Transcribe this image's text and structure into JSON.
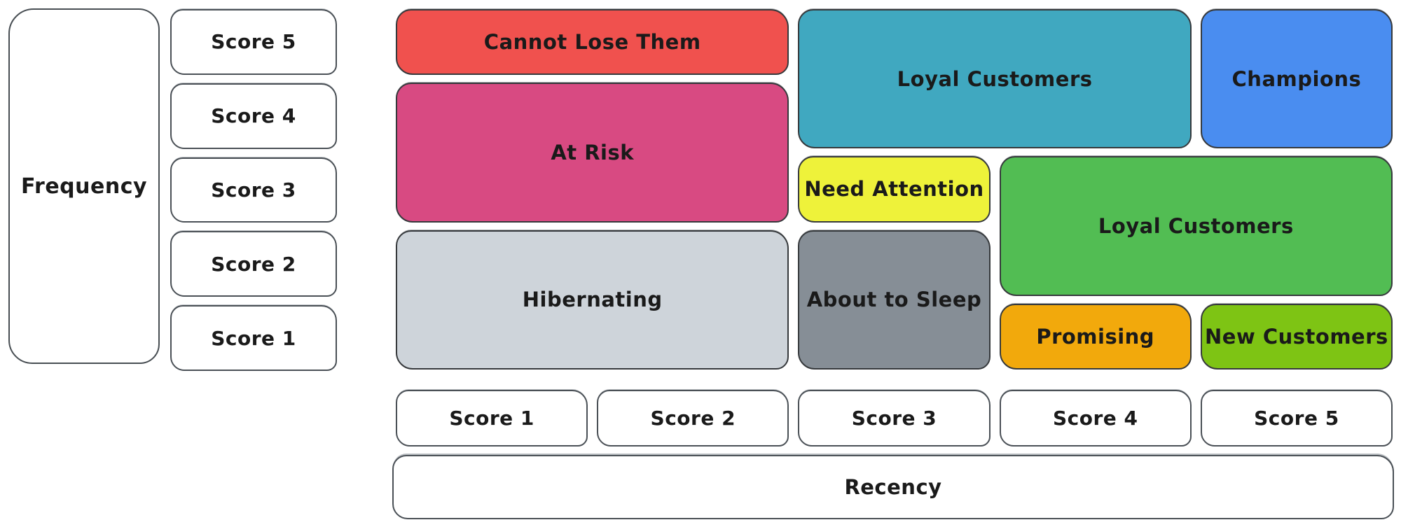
{
  "diagram": {
    "type": "rfm-segmentation-matrix",
    "background": "#ffffff",
    "text_color": "#1a1a1a",
    "colored_box_border": "#36393c",
    "white_box_border": "#4a5056"
  },
  "frequency": {
    "label": "Frequency",
    "scores": [
      "Score 5",
      "Score 4",
      "Score 3",
      "Score 2",
      "Score 1"
    ]
  },
  "recency": {
    "label": "Recency",
    "scores": [
      "Score 1",
      "Score 2",
      "Score 3",
      "Score 4",
      "Score 5"
    ]
  },
  "segments": [
    {
      "name": "cannot-lose-them",
      "label": "Cannot Lose Them",
      "color": "#f0514e",
      "grid": {
        "col": "1 / 3",
        "row": "1 / 2"
      },
      "recency_scores": [
        1,
        2
      ],
      "frequency_scores": [
        5
      ]
    },
    {
      "name": "at-risk",
      "label": "At Risk",
      "color": "#d84a82",
      "grid": {
        "col": "1 / 3",
        "row": "2 / 4"
      },
      "recency_scores": [
        1,
        2
      ],
      "frequency_scores": [
        3,
        4
      ]
    },
    {
      "name": "hibernating",
      "label": "Hibernating",
      "color": "#ced4da",
      "grid": {
        "col": "1 / 3",
        "row": "4 / 6"
      },
      "recency_scores": [
        1,
        2
      ],
      "frequency_scores": [
        1,
        2
      ]
    },
    {
      "name": "loyal-customers-top",
      "label": "Loyal Customers",
      "color": "#40a8c0",
      "grid": {
        "col": "3 / 5",
        "row": "1 / 3"
      },
      "recency_scores": [
        3,
        4
      ],
      "frequency_scores": [
        4,
        5
      ]
    },
    {
      "name": "champions",
      "label": "Champions",
      "color": "#4a8df0",
      "grid": {
        "col": "5 / 6",
        "row": "1 / 3"
      },
      "recency_scores": [
        5
      ],
      "frequency_scores": [
        4,
        5
      ]
    },
    {
      "name": "need-attention",
      "label": "Need Attention",
      "color": "#eef23a",
      "grid": {
        "col": "3 / 4",
        "row": "3 / 4"
      },
      "recency_scores": [
        3
      ],
      "frequency_scores": [
        3
      ]
    },
    {
      "name": "about-to-sleep",
      "label": "About to Sleep",
      "color": "#868e96",
      "grid": {
        "col": "3 / 4",
        "row": "4 / 6"
      },
      "recency_scores": [
        3
      ],
      "frequency_scores": [
        1,
        2
      ]
    },
    {
      "name": "loyal-customers-right",
      "label": "Loyal Customers",
      "color": "#52bd53",
      "grid": {
        "col": "4 / 6",
        "row": "3 / 5"
      },
      "recency_scores": [
        4,
        5
      ],
      "frequency_scores": [
        2,
        3
      ]
    },
    {
      "name": "promising",
      "label": "Promising",
      "color": "#f2a90c",
      "grid": {
        "col": "4 / 5",
        "row": "5 / 6"
      },
      "recency_scores": [
        4
      ],
      "frequency_scores": [
        1
      ]
    },
    {
      "name": "new-customers",
      "label": "New Customers",
      "color": "#7ec414",
      "grid": {
        "col": "5 / 6",
        "row": "5 / 6"
      },
      "recency_scores": [
        5
      ],
      "frequency_scores": [
        1
      ]
    }
  ]
}
